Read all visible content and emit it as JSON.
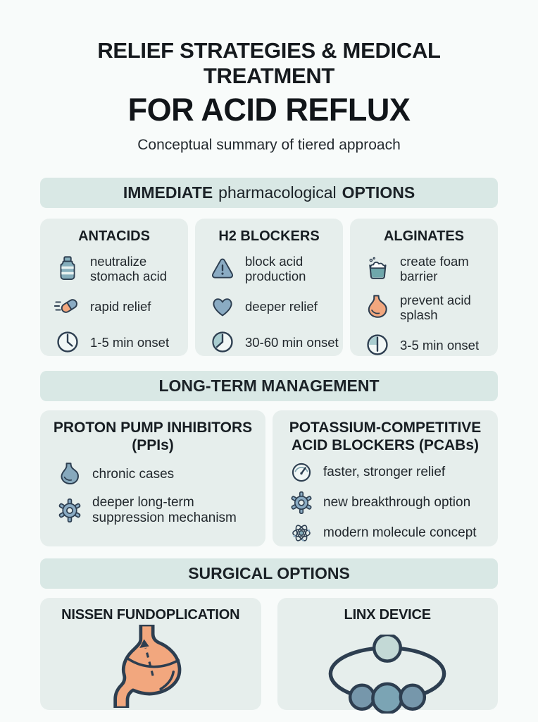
{
  "header": {
    "title_line1": "RELIEF STRATEGIES & MEDICAL TREATMENT",
    "title_line2": "FOR ACID REFLUX",
    "subtitle": "Conceptual summary of tiered approach"
  },
  "immediate": {
    "heading": {
      "bold1": "IMMEDIATE",
      "regular": "pharmacological",
      "bold2": "OPTIONS"
    },
    "cards": [
      {
        "title": "ANTACIDS",
        "items": [
          {
            "icon": "medicine-bottle-icon",
            "text": "neutralize stomach acid"
          },
          {
            "icon": "capsule-icon",
            "text": "rapid relief"
          },
          {
            "icon": "clock-icon",
            "text": "1-5 min onset"
          }
        ]
      },
      {
        "title": "H2 BLOCKERS",
        "items": [
          {
            "icon": "warning-triangle-icon",
            "text": "block acid production"
          },
          {
            "icon": "heart-icon",
            "text": "deeper relief"
          },
          {
            "icon": "clock-icon",
            "text": "30-60 min onset"
          }
        ]
      },
      {
        "title": "ALGINATES",
        "items": [
          {
            "icon": "foam-barrier-icon",
            "text": "create foam barrier"
          },
          {
            "icon": "stomach-icon",
            "text": "prevent acid splash"
          },
          {
            "icon": "clock-icon",
            "text": "3-5 min onset"
          }
        ]
      }
    ]
  },
  "longterm": {
    "heading": "LONG-TERM MANAGEMENT",
    "cards": [
      {
        "title": "PROTON PUMP INHIBITORS (PPIs)",
        "items": [
          {
            "icon": "stomach-icon",
            "text": "chronic cases"
          },
          {
            "icon": "gear-icon",
            "text": "deeper long-term suppression mechanism"
          }
        ]
      },
      {
        "title": "POTASSIUM-COMPETITIVE ACID BLOCKERS (PCABs)",
        "items": [
          {
            "icon": "gauge-icon",
            "text": "faster, stronger relief"
          },
          {
            "icon": "gear-icon",
            "text": "new breakthrough option"
          },
          {
            "icon": "atom-icon",
            "text": "modern molecule concept"
          }
        ]
      }
    ]
  },
  "surgical": {
    "heading": "SURGICAL OPTIONS",
    "cards": [
      {
        "title": "NISSEN FUNDOPLICATION",
        "illustration": "stomach-wrap-illustration"
      },
      {
        "title": "LINX DEVICE",
        "illustration": "bead-ring-illustration"
      }
    ]
  },
  "colors": {
    "page_bg": "#f8fbfa",
    "section_bar_bg": "#d9e8e5",
    "card_bg": "#e6eeec",
    "text_dark": "#15191d",
    "icon_outline": "#2d3e50",
    "icon_blue": "#8aabc3",
    "icon_teal": "#85aebc",
    "icon_orange": "#f2a77e",
    "icon_light_teal": "#a9cdd0"
  }
}
